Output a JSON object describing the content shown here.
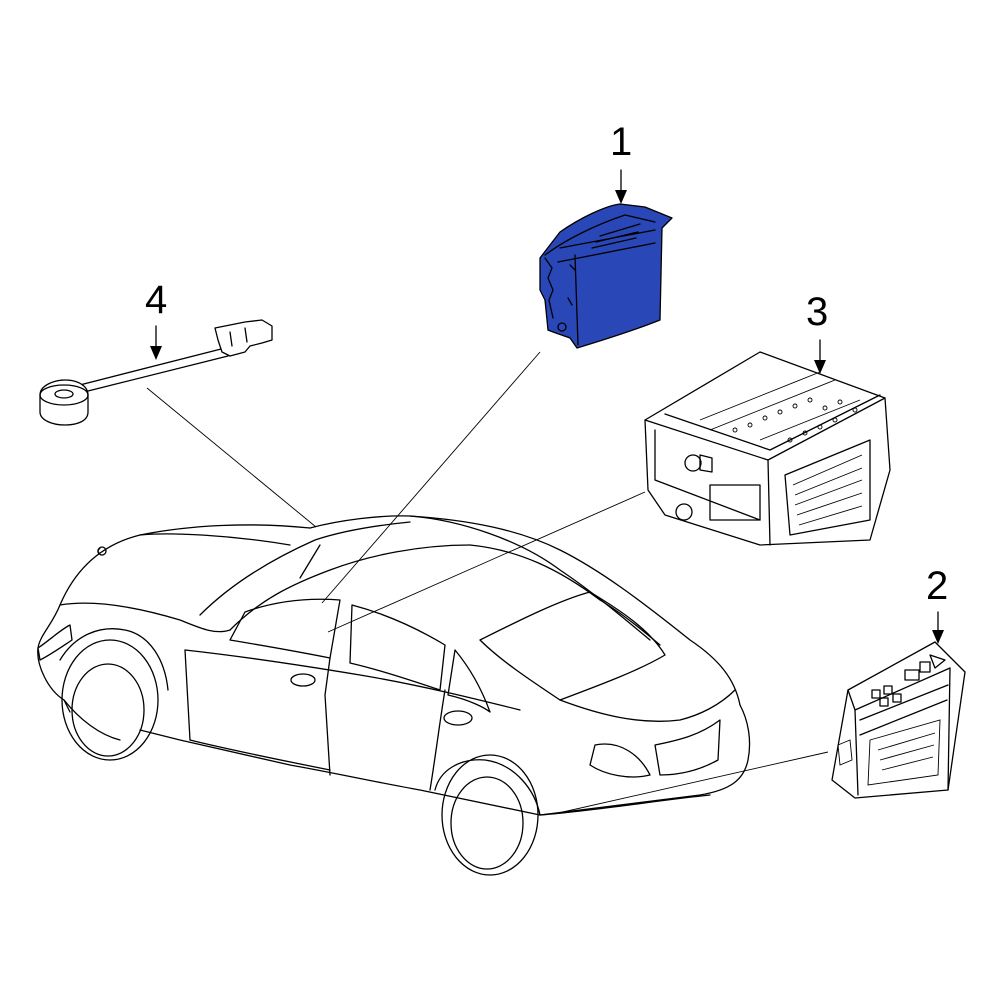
{
  "callouts": [
    {
      "id": "1",
      "label": "1"
    },
    {
      "id": "2",
      "label": "2"
    },
    {
      "id": "3",
      "label": "3"
    },
    {
      "id": "4",
      "label": "4"
    }
  ],
  "highlight_color": "#2a47b8",
  "line_color": "#000000"
}
